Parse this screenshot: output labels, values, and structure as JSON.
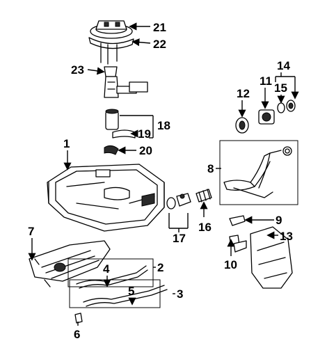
{
  "callouts": {
    "c1": "1",
    "c2": "2",
    "c3": "3",
    "c4": "4",
    "c5": "5",
    "c6": "6",
    "c7": "7",
    "c8": "8",
    "c9": "9",
    "c10": "10",
    "c11": "11",
    "c12": "12",
    "c13": "13",
    "c14": "14",
    "c15": "15",
    "c16": "16",
    "c17": "17",
    "c18": "18",
    "c19": "19",
    "c20": "20",
    "c21": "21",
    "c22": "22",
    "c23": "23"
  }
}
